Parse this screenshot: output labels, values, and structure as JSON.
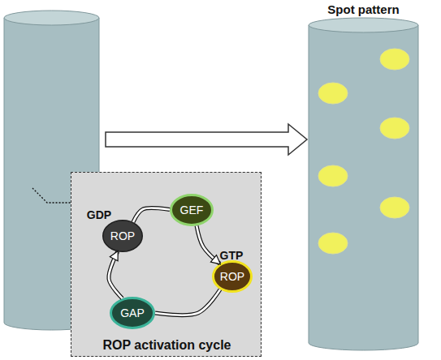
{
  "diagram": {
    "nodes": [
      {
        "text": [
          "ROP activation cycle"
        ]
      },
      {
        "text": [
          "GDP",
          "ROP"
        ],
        "in": 0
      },
      {
        "text": [
          "GEF"
        ],
        "in": 0
      },
      {
        "text": [
          "GTP",
          "ROP"
        ],
        "in": 0
      },
      {
        "text": [
          "GAP"
        ],
        "in": 0
      },
      {
        "text": [
          "Spot pattern"
        ]
      }
    ],
    "edges": [
      {
        "from": 1,
        "to": 2,
        "arrow": "none"
      },
      {
        "from": 2,
        "to": 3,
        "arrow": "to"
      },
      {
        "from": 3,
        "to": 4,
        "arrow": "none"
      },
      {
        "from": 4,
        "to": 1,
        "arrow": "to"
      }
    ]
  }
}
